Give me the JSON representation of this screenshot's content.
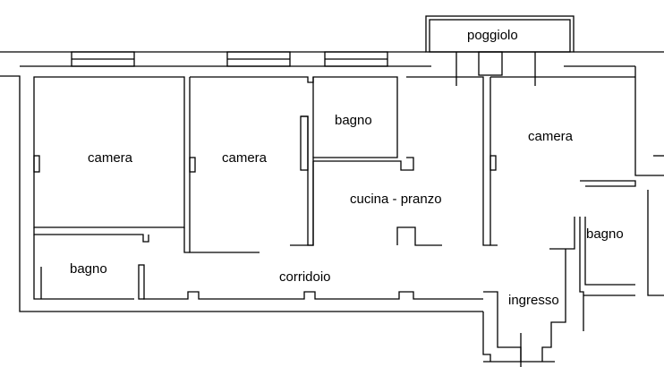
{
  "rooms": {
    "balcony": "poggiolo",
    "bedroom_left": "camera",
    "bedroom_center": "camera",
    "bedroom_right": "camera",
    "bath_top": "bagno",
    "bath_left": "bagno",
    "bath_right": "bagno",
    "kitchen": "cucina - pranzo",
    "hallway": "corridoio",
    "entrance": "ingresso"
  }
}
